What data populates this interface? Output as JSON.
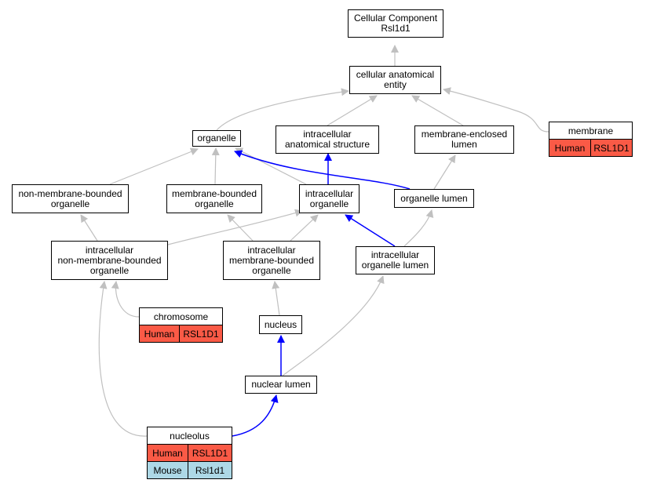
{
  "colors": {
    "gray_edge": "#c0c0c0",
    "blue_edge": "#0000ff",
    "human": "#fa5a46",
    "mouse": "#add8e6"
  },
  "nodes": {
    "root": "Cellular Component\nRsl1d1",
    "cae": "cellular anatomical\nentity",
    "organelle": "organelle",
    "ias": "intracellular\nanatomical structure",
    "mel": "membrane-enclosed\nlumen",
    "membrane": "membrane",
    "nmbo": "non-membrane-bounded\norganelle",
    "mbo": "membrane-bounded\norganelle",
    "io": "intracellular\norganelle",
    "ol": "organelle lumen",
    "inmbo": "intracellular\nnon-membrane-bounded\norganelle",
    "imbo": "intracellular\nmembrane-bounded\norganelle",
    "iol": "intracellular\norganelle lumen",
    "chromosome": "chromosome",
    "nucleus": "nucleus",
    "nl": "nuclear lumen",
    "nucleolus": "nucleolus"
  },
  "annotations": {
    "membrane": [
      {
        "species": "Human",
        "gene": "RSL1D1"
      }
    ],
    "chromosome": [
      {
        "species": "Human",
        "gene": "RSL1D1"
      }
    ],
    "nucleolus": [
      {
        "species": "Human",
        "gene": "RSL1D1"
      },
      {
        "species": "Mouse",
        "gene": "Rsl1d1"
      }
    ]
  },
  "edges": [
    {
      "from": "cae",
      "to": "root",
      "color": "gray"
    },
    {
      "from": "organelle",
      "to": "cae",
      "color": "gray"
    },
    {
      "from": "ias",
      "to": "cae",
      "color": "gray"
    },
    {
      "from": "mel",
      "to": "cae",
      "color": "gray"
    },
    {
      "from": "membrane",
      "to": "cae",
      "color": "gray"
    },
    {
      "from": "nmbo",
      "to": "organelle",
      "color": "gray"
    },
    {
      "from": "mbo",
      "to": "organelle",
      "color": "gray"
    },
    {
      "from": "io",
      "to": "organelle",
      "color": "gray"
    },
    {
      "from": "io",
      "to": "ias",
      "color": "blue"
    },
    {
      "from": "ol",
      "to": "organelle",
      "color": "blue"
    },
    {
      "from": "ol",
      "to": "mel",
      "color": "gray"
    },
    {
      "from": "inmbo",
      "to": "nmbo",
      "color": "gray"
    },
    {
      "from": "inmbo",
      "to": "io",
      "color": "gray"
    },
    {
      "from": "imbo",
      "to": "mbo",
      "color": "gray"
    },
    {
      "from": "imbo",
      "to": "io",
      "color": "gray"
    },
    {
      "from": "iol",
      "to": "io",
      "color": "blue"
    },
    {
      "from": "iol",
      "to": "ol",
      "color": "gray"
    },
    {
      "from": "chromosome",
      "to": "inmbo",
      "color": "gray"
    },
    {
      "from": "nucleus",
      "to": "imbo",
      "color": "gray"
    },
    {
      "from": "nl",
      "to": "nucleus",
      "color": "blue"
    },
    {
      "from": "nl",
      "to": "iol",
      "color": "gray"
    },
    {
      "from": "nucleolus",
      "to": "inmbo",
      "color": "gray"
    },
    {
      "from": "nucleolus",
      "to": "nl",
      "color": "blue"
    }
  ]
}
